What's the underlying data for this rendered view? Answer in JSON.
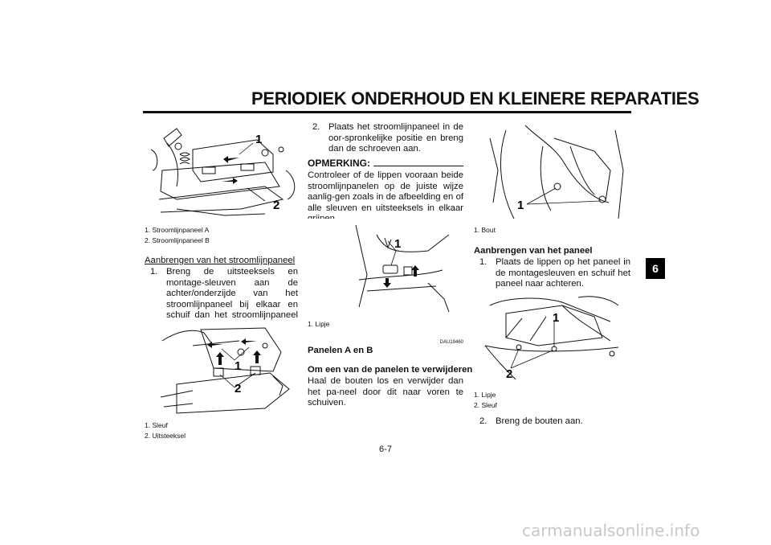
{
  "header": {
    "title": "PERIODIEK ONDERHOUD EN KLEINERE REPARATIES"
  },
  "side_tab": {
    "label": "6"
  },
  "page_number": "6-7",
  "watermark": "carmanualsonline.info",
  "column1": {
    "figure1": {
      "callouts": [
        "1",
        "2"
      ]
    },
    "caption1": [
      "1.  Stroomlijnpaneel A",
      "2.  Stroomlijnpaneel B"
    ],
    "subheading": "Aanbrengen van het stroomlijnpaneel",
    "step1": {
      "num": "1.",
      "text": "Breng de uitsteeksels en montage-sleuven aan de achter/onderzijde van het stroomlijnpaneel bij elkaar en schuif dan het stroomlijnpaneel op zijn plaats."
    },
    "figure2": {
      "callouts": [
        "1",
        "2"
      ]
    },
    "caption2": [
      "1.  Sleuf",
      "2.  Uitsteeksel"
    ]
  },
  "column2": {
    "step2": {
      "num": "2.",
      "text": "Plaats het stroomlijnpaneel in de oor-spronkelijke positie en breng dan de schroeven aan."
    },
    "note_title": "OPMERKING:",
    "note_text": "Controleer of de lippen vooraan beide stroomlijnpanelen op de juiste wijze aanlig-gen zoals in de afbeelding en of alle sleuven en uitsteeksels in elkaar grijpen.",
    "figure3": {
      "callouts": [
        "1"
      ]
    },
    "caption3": [
      "1.  Lipje"
    ],
    "code": "DAU19460",
    "heading1": "Panelen A en B",
    "heading2": "Om een van de panelen te verwijderen",
    "body": "Haal de bouten los en verwijder dan het pa-neel door dit naar voren te schuiven."
  },
  "column3": {
    "figure4": {
      "callouts": [
        "1"
      ]
    },
    "caption4": [
      "1.  Bout"
    ],
    "heading": "Aanbrengen van het paneel",
    "step1": {
      "num": "1.",
      "text": "Plaats de lippen op het paneel in de montagesleuven en schuif het paneel naar achteren."
    },
    "figure5": {
      "callouts": [
        "1",
        "2"
      ]
    },
    "caption5": [
      "1.  Lipje",
      "2.  Sleuf"
    ],
    "step2": {
      "num": "2.",
      "text": "Breng de bouten aan."
    }
  }
}
